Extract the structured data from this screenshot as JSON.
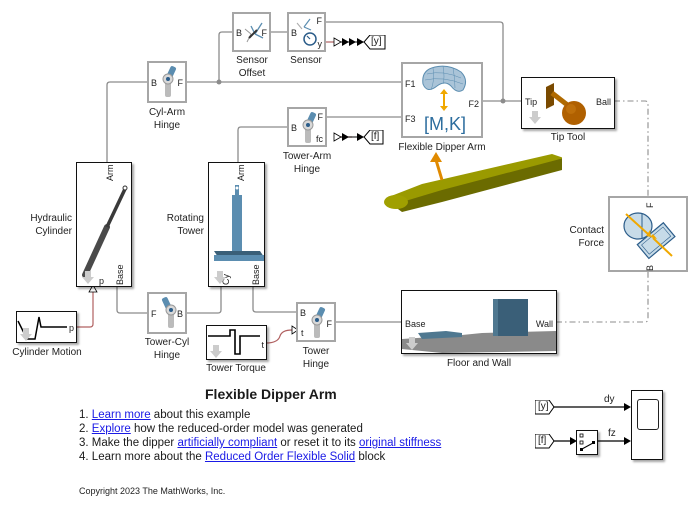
{
  "blocks": {
    "sensor_offset": {
      "label_line1": "Sensor",
      "label_line2": "Offset",
      "port_b": "B",
      "port_f": "F"
    },
    "sensor": {
      "label": "Sensor",
      "port_b": "B",
      "port_f": "F",
      "port_y": "y"
    },
    "goto_y": {
      "tag": "[y]"
    },
    "cyl_arm_hinge": {
      "label_line1": "Cyl-Arm",
      "label_line2": "Hinge",
      "port_b": "B",
      "port_f": "F"
    },
    "tower_arm_hinge": {
      "label_line1": "Tower-Arm",
      "label_line2": "Hinge",
      "port_b": "B",
      "port_f": "F",
      "port_fc": "fc"
    },
    "goto_f": {
      "tag": "[f]"
    },
    "flexible_dipper_arm": {
      "label": "Flexible Dipper Arm",
      "port_f1": "F1",
      "port_f2": "F2",
      "port_f3": "F3",
      "matrix_text": "[M,K]"
    },
    "tip_tool": {
      "label": "Tip Tool",
      "port_tip": "Tip",
      "port_ball": "Ball"
    },
    "hydraulic_cylinder": {
      "label_line1": "Hydraulic",
      "label_line2": "Cylinder",
      "port_arm": "Arm",
      "port_base": "Base",
      "port_p": "p"
    },
    "rotating_tower": {
      "label_line1": "Rotating",
      "label_line2": "Tower",
      "port_arm": "Arm",
      "port_base": "Base",
      "port_cy": "Cy"
    },
    "contact_force": {
      "label_line1": "Contact",
      "label_line2": "Force",
      "port_f": "F",
      "port_b": "B"
    },
    "cylinder_motion": {
      "label": "Cylinder Motion",
      "port_p": "p"
    },
    "tower_cyl_hinge": {
      "label_line1": "Tower-Cyl",
      "label_line2": "Hinge",
      "port_f": "F",
      "port_b": "B"
    },
    "tower_torque": {
      "label": "Tower Torque",
      "port_t": "t"
    },
    "tower_hinge": {
      "label_line1": "Tower",
      "label_line2": "Hinge",
      "port_b": "B",
      "port_t": "t",
      "port_f": "F"
    },
    "floor_and_wall": {
      "label": "Floor and Wall",
      "port_base": "Base",
      "port_wall": "Wall"
    },
    "from_y": {
      "tag": "[y]"
    },
    "from_f": {
      "tag": "[f]"
    },
    "scope": {
      "signal_dy": "dy",
      "signal_fz": "fz"
    }
  },
  "annotation": {
    "title": "Flexible Dipper Arm",
    "items": [
      {
        "num": "1. ",
        "link": "Learn more",
        "rest": " about this example"
      },
      {
        "num": "2. ",
        "link": "Explore",
        "rest": " how the reduced-order model was generated"
      },
      {
        "num": "3. ",
        "pre": "Make the dipper ",
        "link1": "artificially compliant",
        "mid": " or reset it to its ",
        "link2": "original stiffness"
      },
      {
        "num": "4. ",
        "pre": "Learn more about the ",
        "link": "Reduced Order Flexible Solid",
        "rest": " block"
      }
    ],
    "copyright": "Copyright 2023 The MathWorks, Inc."
  },
  "colors": {
    "wire": "#8c8c8c",
    "signal": "#b06060",
    "link": "#1a1ae6",
    "block_border": "#a6a6a6",
    "joint_blue": "#5b8db0",
    "dipper_olive": "#9a9a00",
    "arrow_orange": "#f0a800",
    "ball_brown": "#b06000"
  }
}
